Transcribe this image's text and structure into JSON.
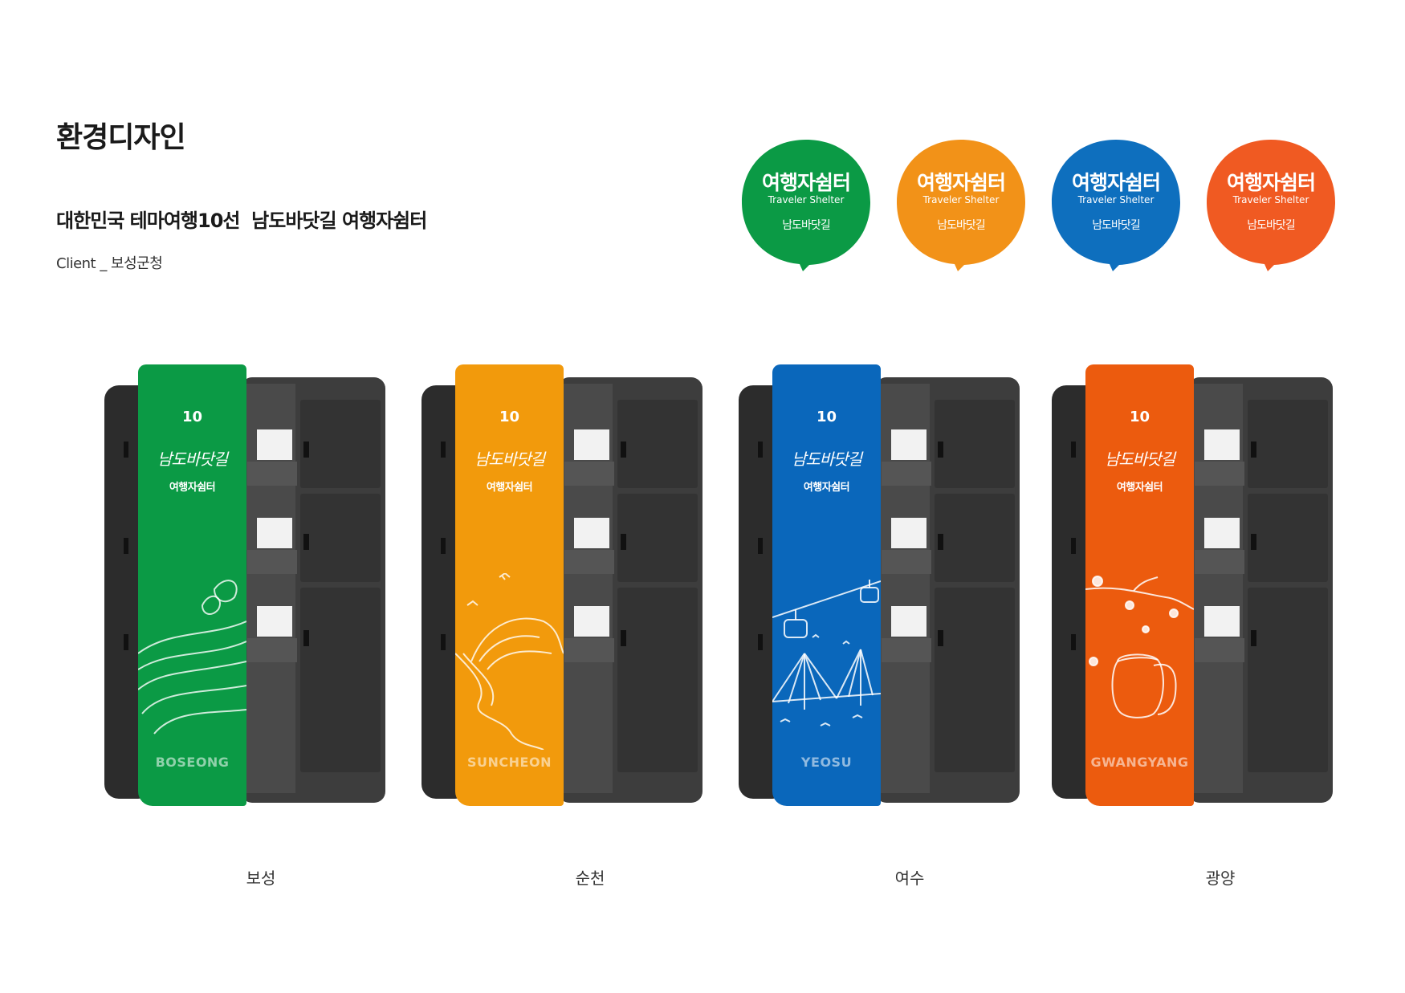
{
  "page": {
    "title": "환경디자인",
    "project_title": "대한민국 테마여행10선  남도바닷길 여행자쉼터",
    "client": "Client _ 보성군청"
  },
  "logos": [
    {
      "title": "여행자쉼터",
      "subtitle": "Traveler Shelter",
      "brand": "남도바닷길",
      "color": "#0b9a45"
    },
    {
      "title": "여행자쉼터",
      "subtitle": "Traveler Shelter",
      "brand": "남도바닷길",
      "color": "#f29218"
    },
    {
      "title": "여행자쉼터",
      "subtitle": "Traveler Shelter",
      "brand": "남도바닷길",
      "color": "#0e6fbe"
    },
    {
      "title": "여행자쉼터",
      "subtitle": "Traveler Shelter",
      "brand": "남도바닷길",
      "color": "#f05a22"
    }
  ],
  "lockers": [
    {
      "city_en": "BOSEONG",
      "caption": "보성",
      "color": "#0b9a45",
      "illustration": "tea-field-icon"
    },
    {
      "city_en": "SUNCHEON",
      "caption": "순천",
      "color": "#f29a0c",
      "illustration": "reed-hill-icon"
    },
    {
      "city_en": "YEOSU",
      "caption": "여수",
      "color": "#0a67bb",
      "illustration": "cable-car-bridge-icon"
    },
    {
      "city_en": "GWANGYANG",
      "caption": "광양",
      "color": "#ec5b0e",
      "illustration": "plum-blossom-jar-icon"
    }
  ],
  "band_text": {
    "ten": "10",
    "road": "남도바닷길",
    "shelter": "여행자쉼터"
  }
}
